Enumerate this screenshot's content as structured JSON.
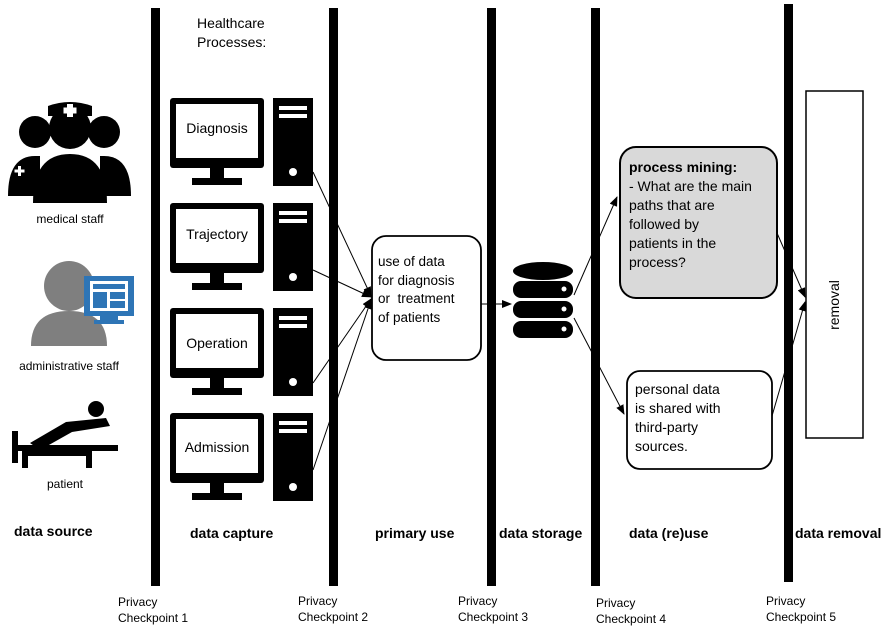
{
  "healthcare_processes_label": "Healthcare\nProcesses:",
  "sources": [
    {
      "label": "medical staff"
    },
    {
      "label": "administrative staff"
    },
    {
      "label": "patient"
    }
  ],
  "processes": [
    {
      "label": "Diagnosis"
    },
    {
      "label": "Trajectory"
    },
    {
      "label": "Operation"
    },
    {
      "label": "Admission"
    }
  ],
  "primary_use_box": "use of data\nfor diagnosis\nor  treatment\nof patients",
  "process_mining": {
    "title": "process mining:",
    "text": "- What are the main\npaths that are\nfollowed by\npatients in the\nprocess?"
  },
  "third_party_box": "personal data\nis shared with\nthird-party\nsources.",
  "removal_label": "removal",
  "stages": [
    {
      "label": "data source"
    },
    {
      "label": "data capture"
    },
    {
      "label": "primary use"
    },
    {
      "label": "data storage"
    },
    {
      "label": "data (re)use"
    },
    {
      "label": "data removal"
    }
  ],
  "checkpoints": [
    {
      "line1": "Privacy",
      "line2": "Checkpoint 1"
    },
    {
      "line1": "Privacy",
      "line2": "Checkpoint 2"
    },
    {
      "line1": "Privacy",
      "line2": "Checkpoint 3"
    },
    {
      "line1": "Privacy",
      "line2": "Checkpoint 4"
    },
    {
      "line1": "Privacy",
      "line2": "Checkpoint 5"
    }
  ],
  "colors": {
    "line": "#000000",
    "highlight_box": "#d9d9d9",
    "admin_icon": "#7f7f7f",
    "admin_screen": "#2e75b6"
  }
}
